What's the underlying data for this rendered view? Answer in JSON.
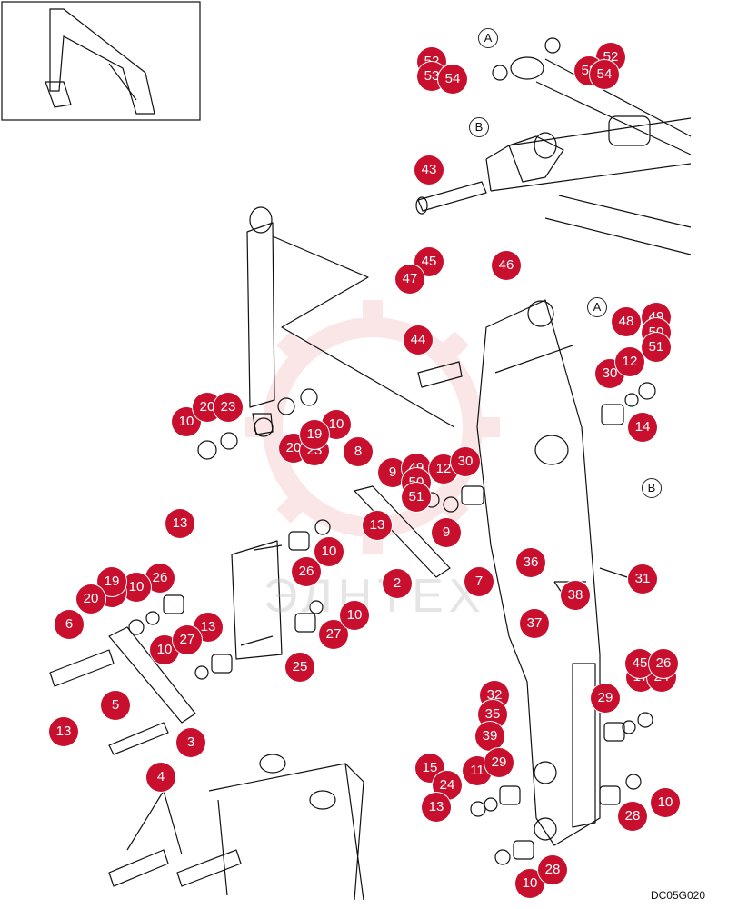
{
  "diagram": {
    "code": "DC05G020",
    "watermark": "ЭЛНТЕХ",
    "colors": {
      "callout": "#c8102e",
      "line": "#111111",
      "watermark": "#f3b8b8"
    },
    "reference_letters": [
      "A",
      "A",
      "B",
      "B"
    ],
    "callouts": [
      "52",
      "53",
      "54",
      "52",
      "53",
      "54",
      "43",
      "45",
      "47",
      "46",
      "48",
      "49",
      "50",
      "51",
      "44",
      "30",
      "12",
      "14",
      "10",
      "20",
      "23",
      "10",
      "20",
      "23",
      "19",
      "8",
      "9",
      "49",
      "50",
      "51",
      "12",
      "30",
      "9",
      "13",
      "26",
      "10",
      "25",
      "19",
      "10",
      "20",
      "26",
      "2",
      "7",
      "13",
      "25",
      "27",
      "13",
      "6",
      "10",
      "27",
      "10",
      "31",
      "36",
      "38",
      "37",
      "5",
      "3",
      "13",
      "4",
      "29",
      "17",
      "24",
      "32",
      "35",
      "39",
      "15",
      "24",
      "11",
      "29",
      "13",
      "10",
      "28",
      "10",
      "28",
      "45",
      "26"
    ]
  }
}
